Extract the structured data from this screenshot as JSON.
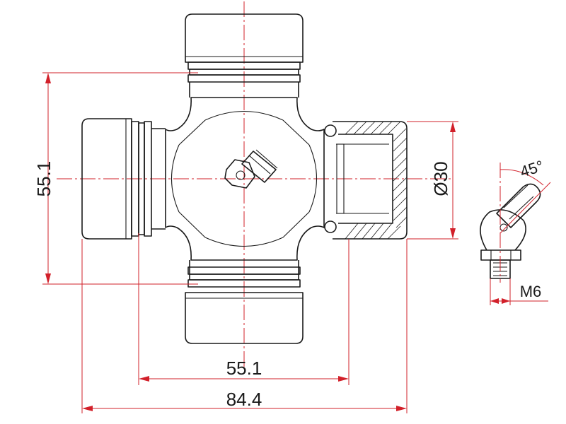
{
  "dimensions": {
    "height_left": "55.1",
    "width_inner": "55.1",
    "width_total": "84.4",
    "cup_diameter": "Ø30",
    "fitting_angle": "45°",
    "thread": "M6"
  },
  "colors": {
    "outline": "#1a1a1a",
    "dimension": "#d2202a"
  }
}
